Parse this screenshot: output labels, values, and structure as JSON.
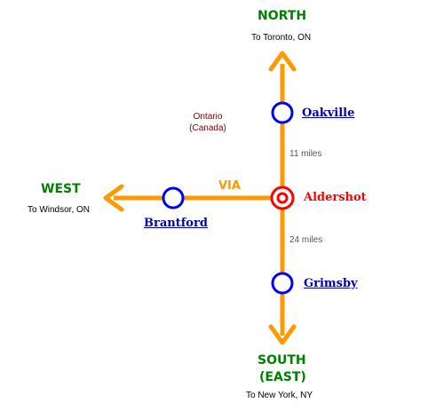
{
  "colors": {
    "track": "#ff9900",
    "station_ring": "#0000ff",
    "current_station": "#ff0000",
    "direction_text": "#008000",
    "station_link": "#0000aa",
    "region_text": "#800000",
    "distance_text": "#555555"
  },
  "directions": {
    "north": {
      "label": "NORTH",
      "destination": "To Toronto, ON"
    },
    "west": {
      "label": "WEST",
      "destination": "To Windsor, ON"
    },
    "south": {
      "label_line1": "SOUTH",
      "label_line2": "(EAST)",
      "destination": "To New York, NY"
    }
  },
  "region": {
    "line1": "Ontario",
    "line2": "(Canada)"
  },
  "rail_line": "VIA",
  "current_station": "Aldershot",
  "stations": {
    "oakville": "Oakville",
    "brantford": "Brantford",
    "grimsby": "Grimsby"
  },
  "distances": {
    "north": "11 miles",
    "south": "24 miles"
  }
}
